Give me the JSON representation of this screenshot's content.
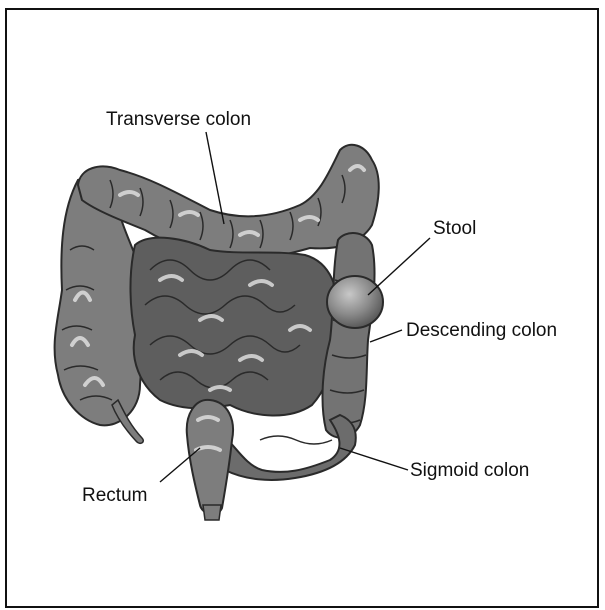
{
  "labels": {
    "transverse_colon": "Transverse colon",
    "stool": "Stool",
    "descending_colon": "Descending colon",
    "sigmoid_colon": "Sigmoid colon",
    "rectum": "Rectum"
  },
  "colors": {
    "colon_fill": "#7d7d7d",
    "small_intestine_fill": "#5e5e5e",
    "highlight": "#c9c9c9",
    "outline": "#2a2a2a",
    "stool_fill": "#8a8a8a"
  }
}
